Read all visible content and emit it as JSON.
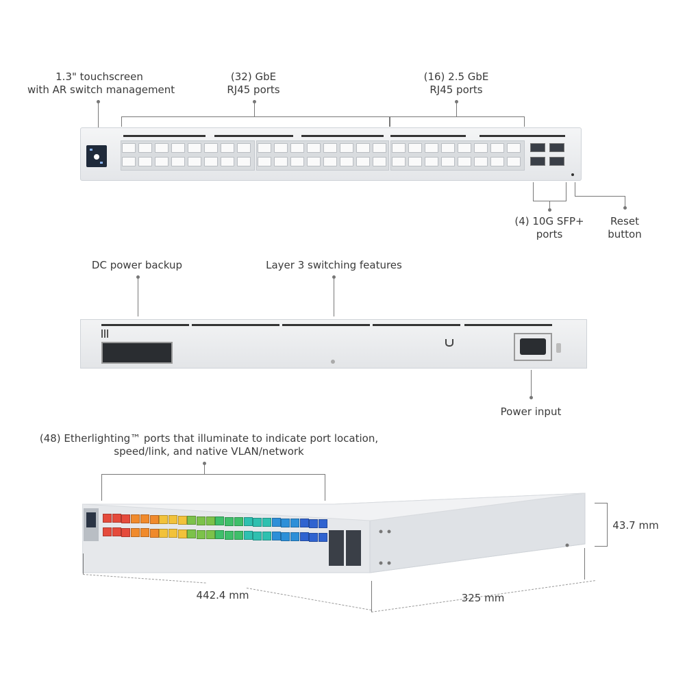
{
  "labels": {
    "touchscreen": [
      "1.3\" touchscreen",
      "with AR switch management"
    ],
    "gbe": [
      "(32) GbE",
      "RJ45 ports"
    ],
    "gbe25": [
      "(16) 2.5 GbE",
      "RJ45 ports"
    ],
    "sfp": [
      "(4) 10G SFP+",
      "ports"
    ],
    "reset": [
      "Reset",
      "button"
    ],
    "dc_power": "DC power backup",
    "layer3": "Layer 3 switching features",
    "power_input": "Power input",
    "etherlighting": [
      "(48) Etherlighting™ ports that illuminate to indicate port location,",
      "speed/link, and native VLAN/network"
    ],
    "height": "43.7 mm",
    "width": "442.4 mm",
    "depth": "325 mm"
  },
  "colors": {
    "port_gradient": [
      "#e54b3c",
      "#f08a2c",
      "#f2c23a",
      "#7cc24a",
      "#3fbf6a",
      "#2fc0b0",
      "#2d8fd8",
      "#2f63d0"
    ]
  }
}
